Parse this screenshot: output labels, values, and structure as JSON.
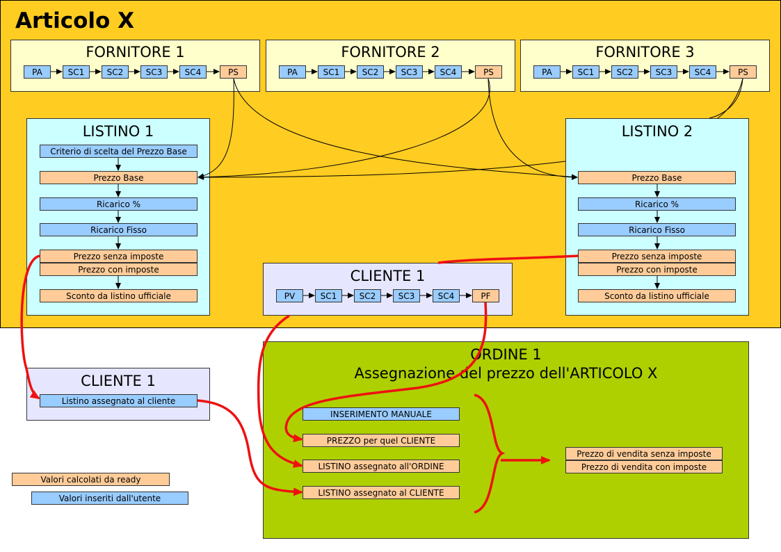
{
  "title": "Articolo X",
  "fornitori": [
    {
      "title": "FORNITORE 1",
      "chain": [
        "PA",
        "SC1",
        "SC2",
        "SC3",
        "SC4",
        "PS"
      ]
    },
    {
      "title": "FORNITORE 2",
      "chain": [
        "PA",
        "SC1",
        "SC2",
        "SC3",
        "SC4",
        "PS"
      ]
    },
    {
      "title": "FORNITORE 3",
      "chain": [
        "PA",
        "SC1",
        "SC2",
        "SC3",
        "SC4",
        "PS"
      ]
    }
  ],
  "listino1": {
    "title": "LISTINO 1",
    "criterio": "Criterio di scelta del Prezzo Base",
    "prezzo_base": "Prezzo Base",
    "ricarico_pct": "Ricarico %",
    "ricarico_fisso": "Ricarico Fisso",
    "senza_imposte": "Prezzo senza imposte",
    "con_imposte": "Prezzo con imposte",
    "sconto": "Sconto da listino ufficiale"
  },
  "listino2": {
    "title": "LISTINO 2",
    "prezzo_base": "Prezzo Base",
    "ricarico_pct": "Ricarico %",
    "ricarico_fisso": "Ricarico Fisso",
    "senza_imposte": "Prezzo senza imposte",
    "con_imposte": "Prezzo con imposte",
    "sconto": "Sconto da listino ufficiale"
  },
  "cliente_top": {
    "title": "CLIENTE 1",
    "chain": [
      "PV",
      "SC1",
      "SC2",
      "SC3",
      "SC4",
      "PF"
    ]
  },
  "cliente_left": {
    "title": "CLIENTE 1",
    "listino": "Listino assegnato al cliente"
  },
  "ordine": {
    "title1": "ORDINE 1",
    "title2": "Assegnazione del prezzo dell'ARTICOLO X",
    "options": [
      "INSERIMENTO MANUALE",
      "PREZZO per quel CLIENTE",
      "LISTINO assegnato all'ORDINE",
      "LISTINO assegnato al CLIENTE"
    ],
    "result_senza": "Prezzo di vendita senza imposte",
    "result_con": "Prezzo di vendita con imposte"
  },
  "legend": {
    "calcolati": "Valori calcolati da ready",
    "inseriti": "Valori inseriti dall'utente"
  },
  "colors": {
    "background": "#ffcc22",
    "fornitore": "#ffffcc",
    "listino": "#ccffff",
    "cliente": "#e6e6ff",
    "ordine": "#aed000",
    "user_input": "#99ccff",
    "computed": "#ffcc99",
    "link": "#ee1111"
  }
}
